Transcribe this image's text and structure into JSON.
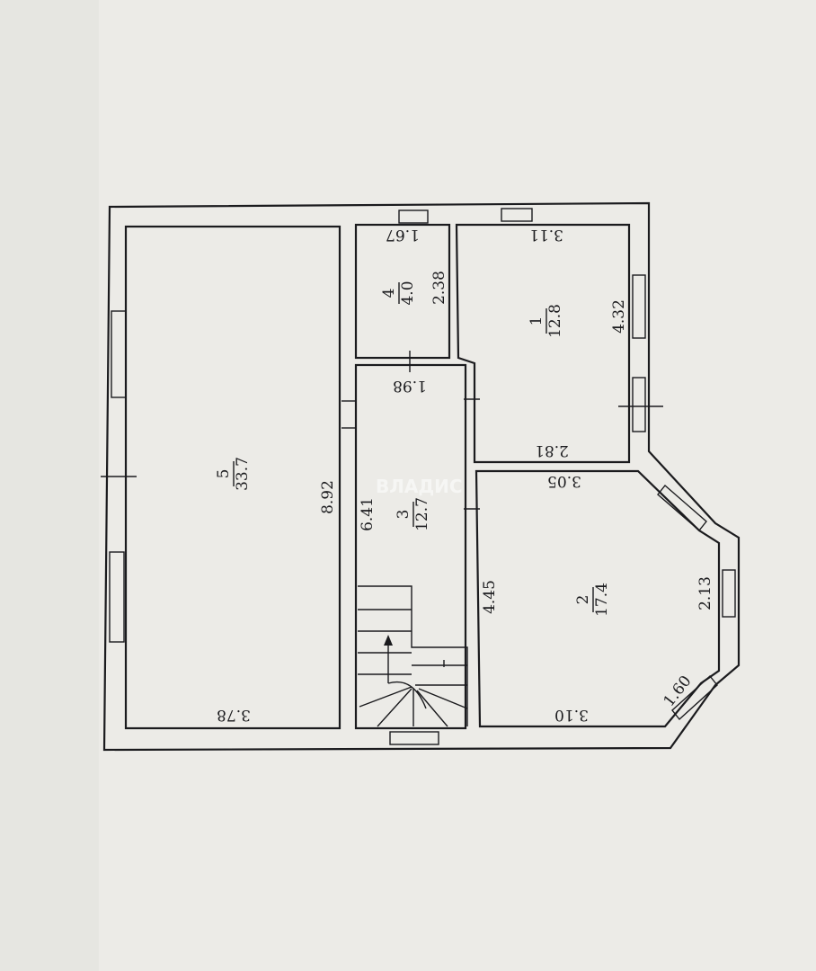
{
  "watermark": "ВЛАДИС",
  "rooms": [
    {
      "number": "1",
      "area": "12.8"
    },
    {
      "number": "2",
      "area": "17.4"
    },
    {
      "number": "3",
      "area": "12.7"
    },
    {
      "number": "4",
      "area": "4.0"
    },
    {
      "number": "5",
      "area": "33.7"
    }
  ],
  "dimensions": {
    "r5_height": "8.92",
    "r5_width": "3.78",
    "r4_top": "1.67",
    "r4_side": "2.38",
    "r3_top": "1.98",
    "r3_side": "6.41",
    "r1_top": "3.11",
    "r1_side": "4.32",
    "r1_bottom": "2.81",
    "r2_top": "3.05",
    "r2_side": "4.45",
    "r2_bay": "2.13",
    "r2_corner": "1.60",
    "r2_bottom": "3.10"
  },
  "colors": {
    "paper": "#ecebe7",
    "ink": "#1b1b1e"
  }
}
